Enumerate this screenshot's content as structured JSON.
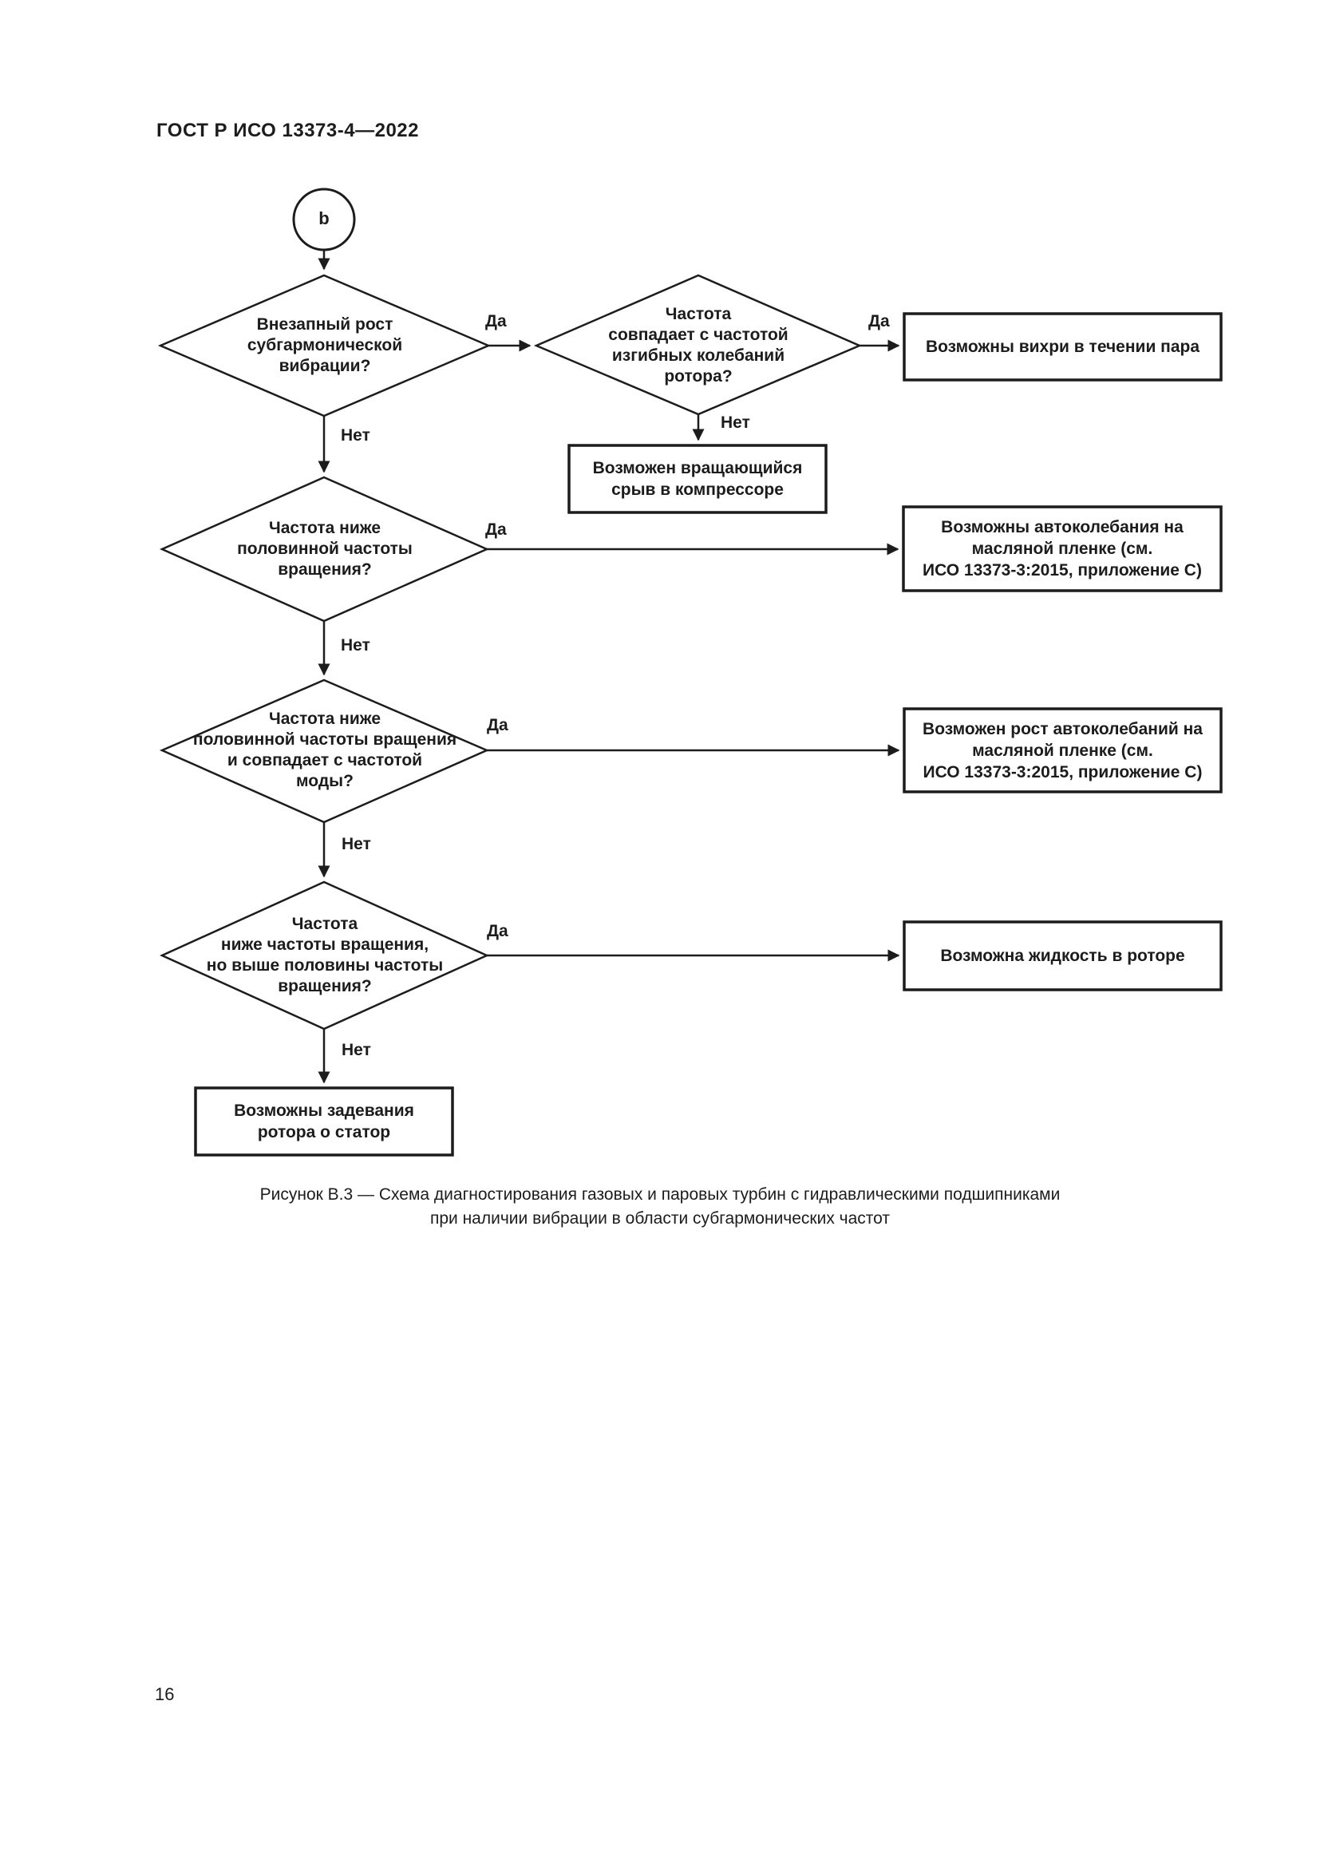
{
  "page": {
    "header": "ГОСТ Р ИСО 13373-4—2022",
    "page_number": "16",
    "caption": "Рисунок В.3 — Схема диагностирования газовых и паровых турбин с гидравлическими подшипниками\nпри наличии вибрации в области субгармонических частот"
  },
  "flowchart": {
    "start": {
      "label": "b"
    },
    "edge_labels": {
      "yes": "Да",
      "no": "Нет"
    },
    "decisions": {
      "sudden_subharmonic_growth": "Внезапный рост\nсубгармонической\nвибрации?",
      "freq_matches_rotor_bending": "Частота\nсовпадает с частотой\nизгибных колебаний\nротора?",
      "freq_below_half_speed": "Частота ниже\nполовинной частоты\nвращения?",
      "freq_below_half_matches_mode": "Частота ниже\nполовинной частоты вращения\nи совпадает с частотой\nмоды?",
      "freq_below_speed_above_half": "Частота\nниже частоты вращения,\nно выше половины частоты\nвращения?"
    },
    "outcomes": {
      "steam_flow_vortices": "Возможны вихри в течении пара",
      "rotating_stall_compressor": "Возможен вращающийся\nсрыв в компрессоре",
      "oil_film_oscillations": "Возможны  автоколебания на\nмасляной пленке (см.\nИСО 13373-3:2015, приложение С)",
      "oil_film_oscillation_growth": "Возможен рост автоколебаний на\nмасляной пленке (см.\nИСО 13373-3:2015, приложение С)",
      "fluid_in_rotor": "Возможна жидкость в роторе",
      "rotor_stator_rub": "Возможны задевания\nротора о статор"
    },
    "line_color": "#1c1c1c"
  }
}
